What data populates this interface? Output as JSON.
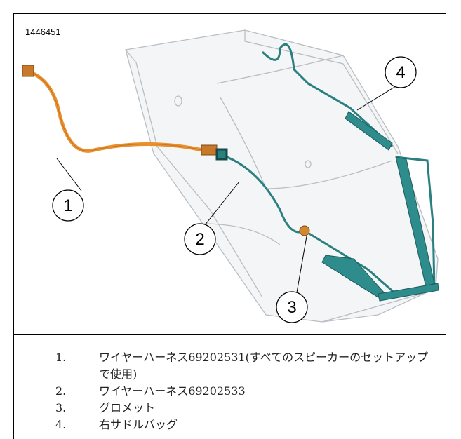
{
  "figure": {
    "id": "1446451",
    "callouts": [
      "1",
      "2",
      "3",
      "4"
    ]
  },
  "legend": [
    {
      "num": "1.",
      "text": "ワイヤーハーネス69202531(すべてのスピーカーのセットアップで使用)"
    },
    {
      "num": "2.",
      "text": "ワイヤーハーネス69202533"
    },
    {
      "num": "3.",
      "text": "グロメット"
    },
    {
      "num": "4.",
      "text": "右サドルバッグ"
    }
  ],
  "colors": {
    "harness_orange": "#e8912e",
    "harness_teal": "#2a7f80",
    "saddlebag_outline": "#b9bec4"
  }
}
